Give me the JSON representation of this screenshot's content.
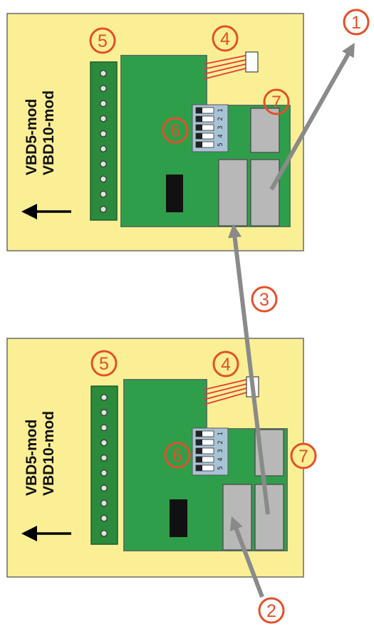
{
  "boards": [
    {
      "id": "top",
      "label_line1": "VBD5-mod",
      "label_line2": "VBD10-mod"
    },
    {
      "id": "bottom",
      "label_line1": "VBD5-mod",
      "label_line2": "VBD10-mod"
    }
  ],
  "callouts": {
    "c1": "1",
    "c2": "2",
    "c3": "3",
    "top_terminal": "5",
    "top_connector": "4",
    "top_dip": "6",
    "top_relay": "7",
    "bot_terminal": "5",
    "bot_connector": "4",
    "bot_dip": "6",
    "bot_relay": "7"
  },
  "dip_numbers": [
    "1",
    "2",
    "3",
    "4",
    "5"
  ],
  "colors": {
    "board_bg": "#fbef95",
    "pcb": "#2f9e4a",
    "pcb_edge": "#4f7a5a",
    "terminal": "#2b8a3c",
    "relay": "#b8b8b8",
    "arrow": "#8a8a8a",
    "callout": "#e2502a",
    "chip": "#111111",
    "wires": "#e23a3a"
  },
  "icons": [
    "left-arrow-icon",
    "callout-circle-icon"
  ]
}
